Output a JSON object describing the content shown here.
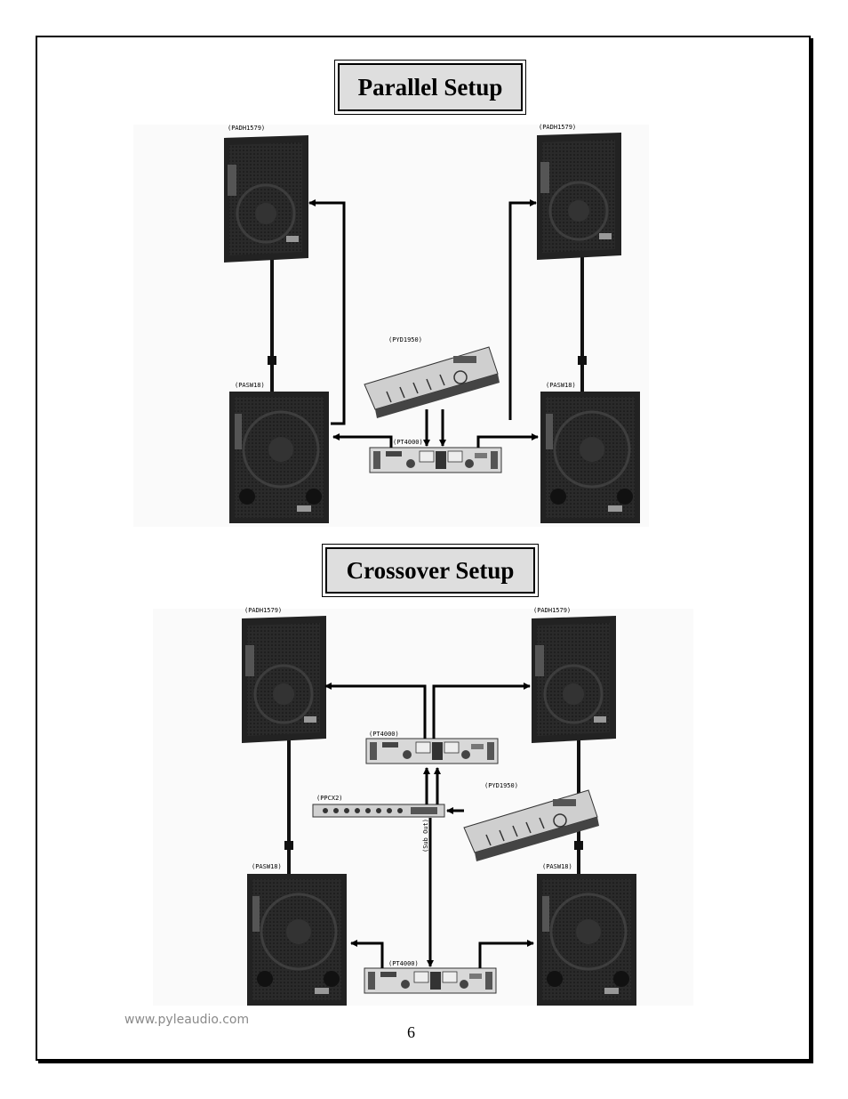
{
  "titles": {
    "parallel": "Parallel Setup",
    "crossover": "Crossover Setup"
  },
  "parallel": {
    "top_left_speaker": "(PADH1579)",
    "top_right_speaker": "(PADH1579)",
    "bottom_left_sub": "(PASW18)",
    "bottom_right_sub": "(PASW18)",
    "mixer": "(PYD1950)",
    "amp": "(PT4000)"
  },
  "crossover": {
    "top_left_speaker": "(PADH1579)",
    "top_right_speaker": "(PADH1579)",
    "bottom_left_sub": "(PASW18)",
    "bottom_right_sub": "(PASW18)",
    "top_amp": "(PT4000)",
    "crossover_unit": "(PPCX2)",
    "mixer": "(PYD1950)",
    "sub_out": "(Sub Out)",
    "bottom_amp": "(PT4000)"
  },
  "footer": {
    "url": "www.pyleaudio.com",
    "page_number": "6"
  },
  "colors": {
    "title_bg": "#dedede",
    "speaker_body": "#1e1e1e",
    "footer_text": "#8a8a8a"
  }
}
